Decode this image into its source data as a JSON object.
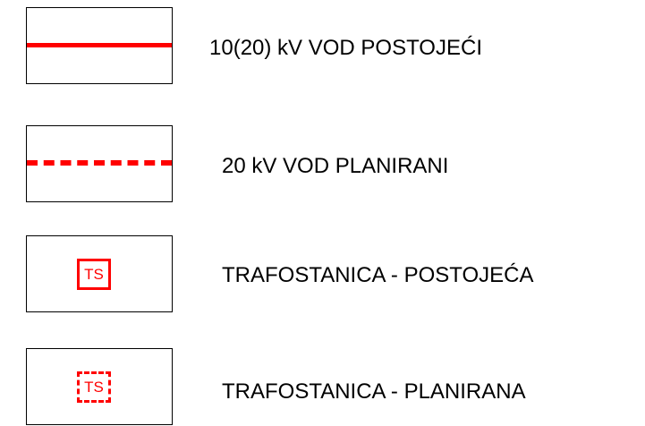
{
  "legend": {
    "items": [
      {
        "label": "10(20) kV VOD POSTOJEĆI",
        "symbol": "solid-line"
      },
      {
        "label": "20 kV VOD PLANIRANI",
        "symbol": "dashed-line"
      },
      {
        "label": "TRAFOSTANICA - POSTOJEĆA",
        "symbol": "ts-solid-box",
        "symbol_text": "TS"
      },
      {
        "label": "TRAFOSTANICA - PLANIRANA",
        "symbol": "ts-dashed-box",
        "symbol_text": "TS"
      }
    ]
  },
  "colors": {
    "symbol": "#ff0000",
    "border": "#000000",
    "text": "#000000"
  }
}
